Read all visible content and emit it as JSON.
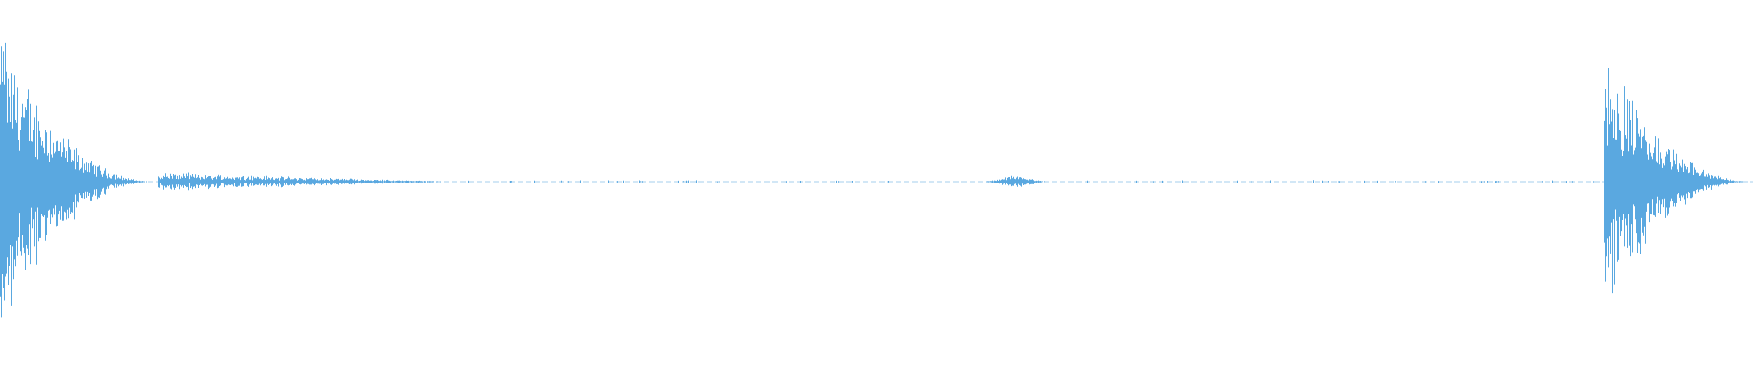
{
  "waveform": {
    "color": "#5aa8e0",
    "background": "#ffffff",
    "segments": [
      {
        "start": 0.0,
        "end": 0.004,
        "peak": 0.95,
        "decay": "none"
      },
      {
        "start": 0.004,
        "end": 0.09,
        "peak": 0.9,
        "decay": "fast"
      },
      {
        "start": 0.09,
        "end": 0.26,
        "peak": 0.06,
        "decay": "slow"
      },
      {
        "start": 0.26,
        "end": 0.53,
        "peak": 0.01,
        "decay": "sparse"
      },
      {
        "start": 0.53,
        "end": 0.62,
        "peak": 0.04,
        "decay": "cluster"
      },
      {
        "start": 0.62,
        "end": 0.915,
        "peak": 0.01,
        "decay": "sparse"
      },
      {
        "start": 0.915,
        "end": 1.0,
        "peak": 0.88,
        "decay": "fast"
      }
    ]
  }
}
